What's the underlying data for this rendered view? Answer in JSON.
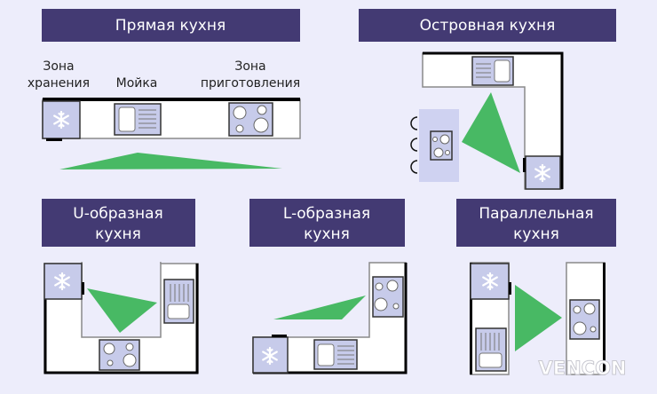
{
  "titles": {
    "straight": "Прямая кухня",
    "island": "Островная кухня",
    "u_line1": "U-образная",
    "u_line2": "кухня",
    "l_line1": "L-образная",
    "l_line2": "кухня",
    "parallel_line1": "Параллельная",
    "parallel_line2": "кухня"
  },
  "labels": {
    "storage_line1": "Зона",
    "storage_line2": "хранения",
    "sink": "Мойка",
    "cooking_line1": "Зона",
    "cooking_line2": "приготовления"
  },
  "watermark": "VENCON",
  "colors": {
    "title_bg": "#433a73",
    "triangle": "#48b964",
    "background": "#ededfb",
    "appliance": "#c7cbea"
  }
}
